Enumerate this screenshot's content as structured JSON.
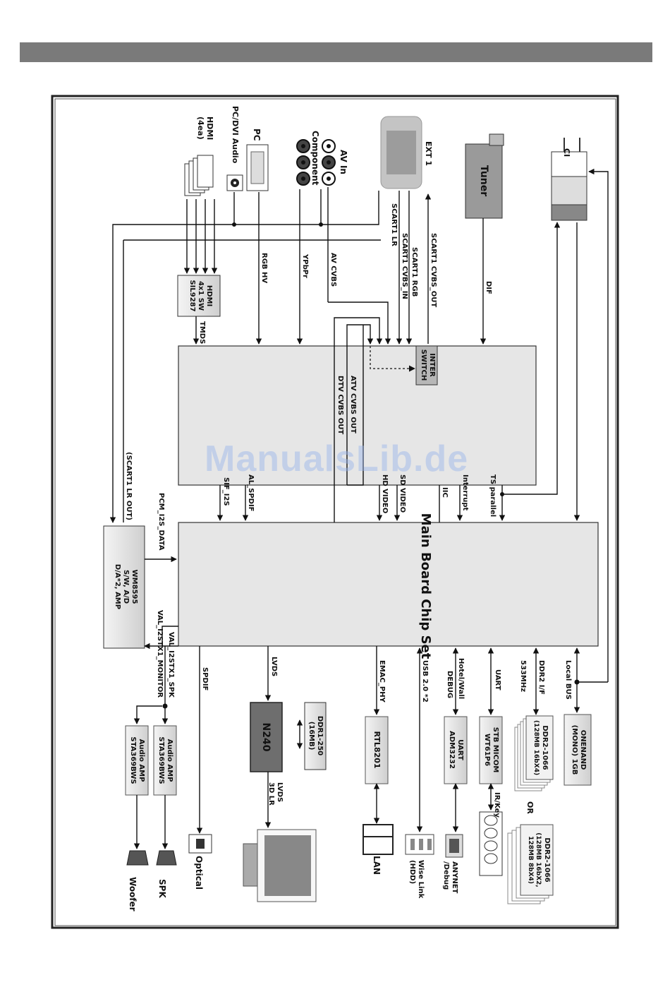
{
  "watermark": "ManualsLib.de",
  "boxes": {
    "main_chip": "Main Board Chip Set",
    "inter_switch": [
      "INTER",
      "SWITCH"
    ],
    "hdmi_switch": [
      "HDMI",
      "4x1 SW",
      "SIL9287"
    ],
    "wm8595": [
      "WM8595",
      "S/W, A/D",
      "D/A*2, AMP"
    ],
    "n240": "N240",
    "ddr1": [
      "DDR1-250",
      "(16MB)"
    ],
    "rtl8201": "RTL8201",
    "uart": [
      "UART",
      "ADM3232"
    ],
    "stb_micom": [
      "STB MICOM",
      "WT61P6"
    ],
    "ddr2_a": [
      "DDR2-1066",
      "(128MB 16bX4)"
    ],
    "ddr2_b": [
      "DDR2-1066",
      "(128MB 16bX2,",
      "128MB 8bX4)"
    ],
    "onenand": [
      "ONENAND",
      "(MONO) 1GB"
    ],
    "amp1": [
      "Audio AMP",
      "STA369BWS"
    ],
    "amp2": [
      "Audio AMP",
      "STA369BWS"
    ],
    "tuner": "Tuner"
  },
  "labels": {
    "ext1": "EXT 1",
    "av_in": "AV In",
    "component": "Component",
    "pc": "PC",
    "pc_audio": "PC/DVI Audio",
    "hdmi_in": [
      "HDMI",
      "(4ea)"
    ],
    "ci": "CI",
    "or": "OR",
    "lan": "LAN",
    "wise_link": [
      "Wise Link",
      "(HDD)"
    ],
    "anynet": [
      "ANYNET",
      "/Debug"
    ],
    "optical": "Optical",
    "spk": "SPK",
    "woofer": "Woofer"
  },
  "signals": {
    "scart1_cvbs_out": "SCART1 CVBS_OUT",
    "scart1_rgb": "SCART1 RGB",
    "scart1_cvbs_in": "SCART1 CVBS_IN",
    "scart1_lr": "SCART1 LR",
    "av_cvbs": "AV CVBS",
    "ypbpr": "YPbPr",
    "rgb_hv": "RGB HV",
    "tmds": "TMDS",
    "dif": "DIF",
    "atv_cvbs_out": "ATV CVBS OUT",
    "dtv_cvbs_out": "DTV CVBS OUT",
    "hd_video": "HD VIDEO",
    "sd_video": "SD VIDEO",
    "iic": "IIC",
    "interrupt": "Interrupt",
    "ts_parallel": "TS parallel",
    "sif_i2s": "SIF_I2S",
    "al_spdif": "AL_SPDIF",
    "scart1_lr_out": "(SCART1 LR OUT)",
    "pcm_i2s_data": "PCM_I2S_DATA",
    "val_i2stx1_monitor": "VAL_I2STX1_MONITOR",
    "val_i2stx1_spk": "VAL_I2STX1_SPK",
    "spdif": "SPDIF",
    "lvds": "LVDS",
    "lvds_3d_lr": [
      "LVDS",
      "3D LR"
    ],
    "emac_phy": "EMAC_PHY",
    "usb": "USB 2.0 *2",
    "hotel_wall": "Hotel/Wall",
    "debug": "DEBUG",
    "uart_sig": "UART",
    "ir_key": "IR/Key",
    "ddr2_if": "DDR2 I/F",
    "mhz": "533MHz",
    "local_bus": "Local BUS"
  }
}
